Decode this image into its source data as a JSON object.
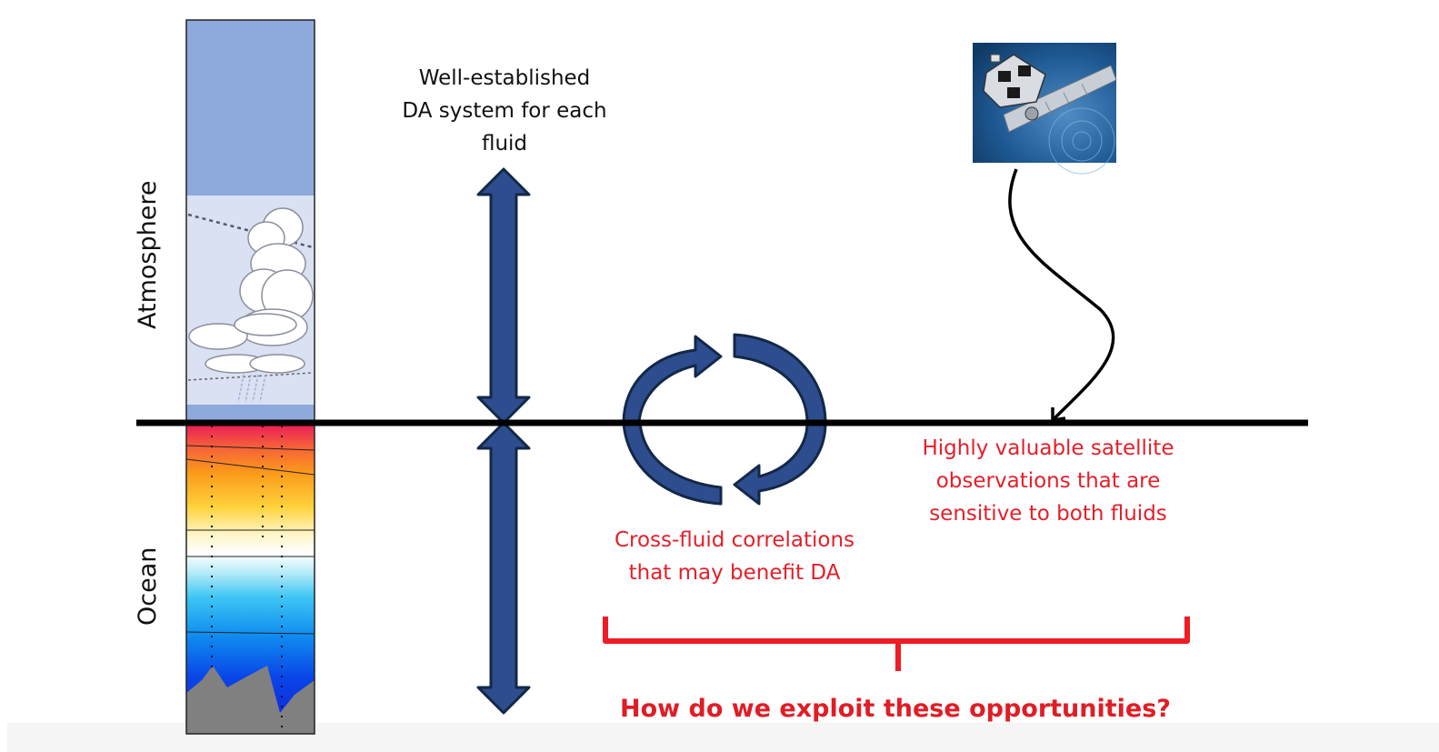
{
  "labels": {
    "atmosphere": "Atmosphere",
    "ocean": "Ocean",
    "da_system": [
      "Well-established",
      "DA system for each",
      "fluid"
    ],
    "cross_fluid": [
      "Cross-fluid correlations",
      "that may benefit DA"
    ],
    "satellite_obs": [
      "Highly valuable satellite",
      "observations that are",
      "sensitive to both fluids"
    ],
    "question": "How do we exploit these opportunities?"
  },
  "colors": {
    "arrow_fill": "#2e4d8f",
    "arrow_stroke": "#132846",
    "red_text": "#e3202a",
    "interface_line": "#000000",
    "sky_top": "#8ea9dc",
    "sky_lower": "#d9e1f2"
  },
  "icons": [
    "satellite-image",
    "cloud-icon",
    "double-arrow-icon",
    "cycle-arrows-icon",
    "curved-arrow-icon",
    "brace-icon"
  ]
}
